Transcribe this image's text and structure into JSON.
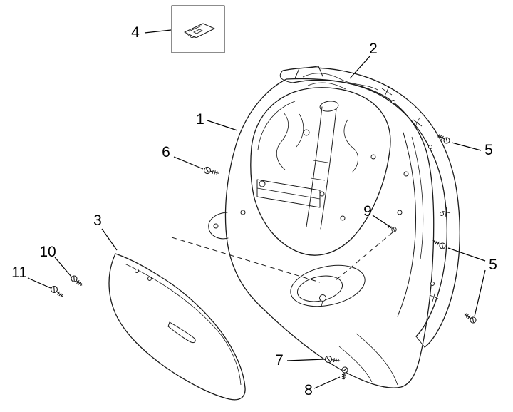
{
  "figure": {
    "background": "#ffffff",
    "line_color": "#1a1a1a",
    "label_color": "#000000"
  },
  "callouts": [
    {
      "id": "1",
      "label": "1"
    },
    {
      "id": "2",
      "label": "2"
    },
    {
      "id": "3",
      "label": "3"
    },
    {
      "id": "4",
      "label": "4"
    },
    {
      "id": "5a",
      "label": "5"
    },
    {
      "id": "5b",
      "label": "5"
    },
    {
      "id": "6",
      "label": "6"
    },
    {
      "id": "7",
      "label": "7"
    },
    {
      "id": "8",
      "label": "8"
    },
    {
      "id": "9",
      "label": "9"
    },
    {
      "id": "10",
      "label": "10"
    },
    {
      "id": "11",
      "label": "11"
    }
  ]
}
